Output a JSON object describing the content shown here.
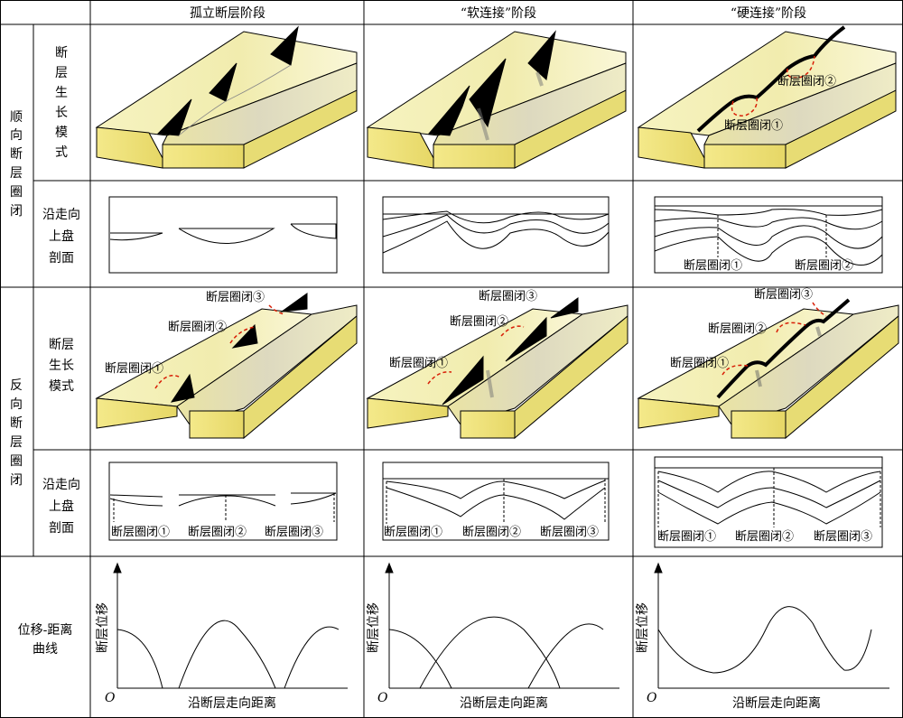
{
  "columns": [
    "孤立断层阶段",
    "“软连接”阶段",
    "“硬连接”阶段"
  ],
  "rows": {
    "normal": {
      "label_chars": [
        "顺",
        "向",
        "断",
        "层",
        "圈",
        "闭"
      ],
      "growth_chars": [
        "断",
        "层",
        "生",
        "长",
        "模",
        "式"
      ],
      "profile_lines": [
        "沿走向",
        "上盘",
        "剖面"
      ]
    },
    "reverse": {
      "label_chars": [
        "反",
        "向",
        "断",
        "层",
        "圈",
        "闭"
      ],
      "growth_lines": [
        "断层",
        "生长",
        "模式"
      ],
      "profile_lines": [
        "沿走向",
        "上盘",
        "剖面"
      ]
    },
    "curve": {
      "label_lines": [
        "位移-距离",
        "曲线"
      ]
    }
  },
  "closures": {
    "c1": "断层圈闭①",
    "c2": "断层圈闭②",
    "c3": "断层圈闭③"
  },
  "axes": {
    "y_label": "断层位移",
    "x_label": "沿断层走向距离",
    "origin": "O"
  },
  "colors": {
    "block_top": "#f3efb0",
    "block_side": "#ecdf73",
    "block_shadow": "#d8d3b5",
    "grid": "#000000",
    "closure_dash": "#d81e06"
  }
}
